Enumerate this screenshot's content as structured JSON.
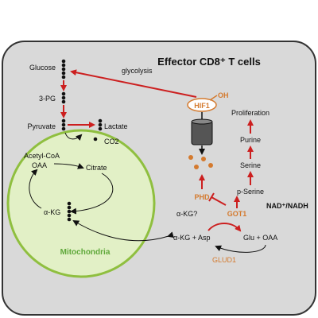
{
  "title": "Effector CD8⁺ T cells",
  "compartment": "Mitochondria",
  "colors": {
    "cell_fill": "#d9d9d9",
    "cell_stroke": "#333333",
    "mito_fill": "#e2f0c6",
    "mito_stroke": "#8fbf3f",
    "mito_label": "#5fa83a",
    "activation_arrow": "#cc1f1f",
    "enzyme": "#d47a2e",
    "black": "#111111"
  },
  "glycolysis": {
    "glucose": "Glucose",
    "pg3": "3-PG",
    "pyruvate": "Pyruvate",
    "lactate": "Lactate",
    "co2": "CO2",
    "pathway_label": "glycolysis"
  },
  "tca": {
    "acetyl_coa": "Acetyl-CoA",
    "oaa": "OAA",
    "citrate": "Citrate",
    "akg": "α-KG"
  },
  "hif": {
    "hif1": "HIF1",
    "oh": "OH",
    "phd": "PHD",
    "akg_question": "α-KG?"
  },
  "serine_pathway": {
    "proliferation": "Proliferation",
    "purine": "Purine",
    "serine": "Serine",
    "p_serine": "p-Serine",
    "cofactor": "NAD⁺/NADH"
  },
  "transamination": {
    "got1": "GOT1",
    "glud1": "GLUD1",
    "left_side": "α-KG + Asp",
    "right_side": "Glu + OAA"
  }
}
